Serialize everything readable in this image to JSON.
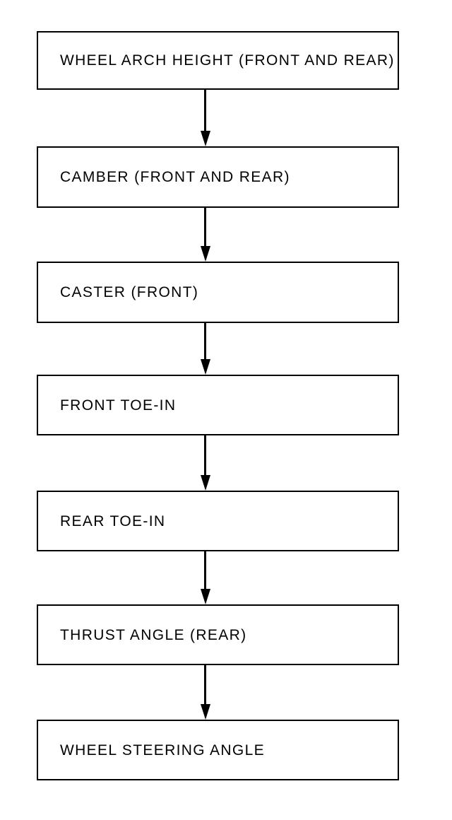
{
  "diagram": {
    "type": "flowchart",
    "orientation": "vertical",
    "title": "",
    "colors": {
      "background": "#ffffff",
      "stroke": "#000000",
      "text": "#000000",
      "node_fill": "#ffffff"
    },
    "nodes": [
      {
        "id": "step-1",
        "label": "WHEEL ARCH HEIGHT (FRONT AND REAR)"
      },
      {
        "id": "step-2",
        "label": "CAMBER (FRONT AND REAR)"
      },
      {
        "id": "step-3",
        "label": "CASTER (FRONT)"
      },
      {
        "id": "step-4",
        "label": "FRONT TOE-IN"
      },
      {
        "id": "step-5",
        "label": "REAR TOE-IN"
      },
      {
        "id": "step-6",
        "label": "THRUST ANGLE (REAR)"
      },
      {
        "id": "step-7",
        "label": "WHEEL STEERING ANGLE"
      }
    ],
    "connectors": [
      {
        "id": "arrow-1",
        "from": "step-1",
        "to": "step-2",
        "icon": "arrow-down-icon"
      },
      {
        "id": "arrow-2",
        "from": "step-2",
        "to": "step-3",
        "icon": "arrow-down-icon"
      },
      {
        "id": "arrow-3",
        "from": "step-3",
        "to": "step-4",
        "icon": "arrow-down-icon"
      },
      {
        "id": "arrow-4",
        "from": "step-4",
        "to": "step-5",
        "icon": "arrow-down-icon"
      },
      {
        "id": "arrow-5",
        "from": "step-5",
        "to": "step-6",
        "icon": "arrow-down-icon"
      },
      {
        "id": "arrow-6",
        "from": "step-6",
        "to": "step-7",
        "icon": "arrow-down-icon"
      }
    ]
  }
}
